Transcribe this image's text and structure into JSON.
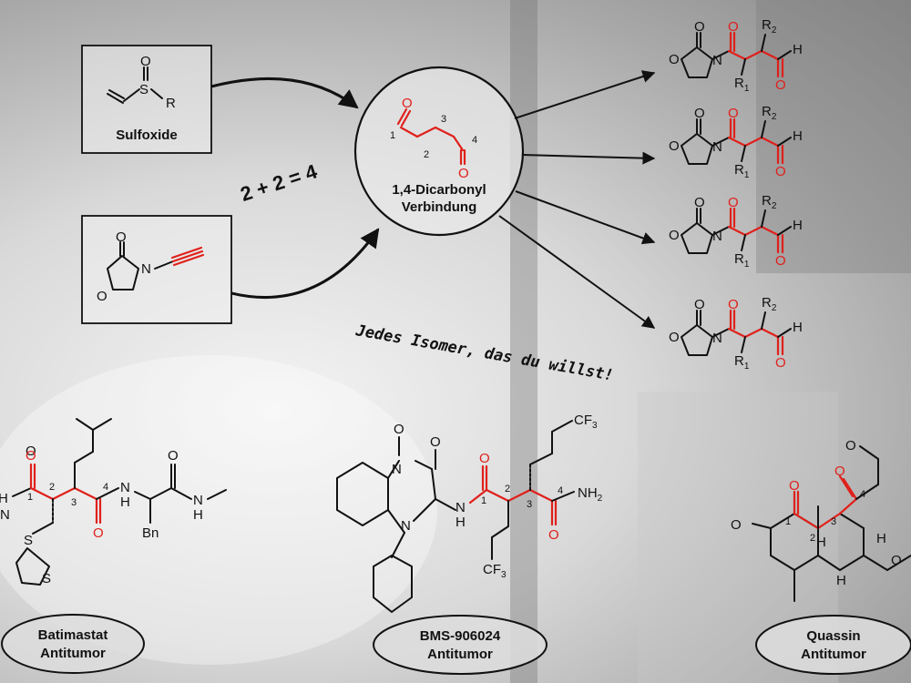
{
  "reagents": {
    "sulfoxide_label": "Sulfoxide",
    "sulfoxide_r": "R",
    "sulfoxide_s": "S",
    "sulfoxide_o": "O",
    "ynamide_n": "N",
    "ynamide_o_ring": "O",
    "ynamide_o_carbonyl": "O"
  },
  "equation": "2 + 2 = 4",
  "center": {
    "line1": "1,4-Dicarbonyl",
    "line2": "Verbindung",
    "num1": "1",
    "num2": "2",
    "num3": "3",
    "num4": "4"
  },
  "slogan": "Jedes Isomer, das du willst!",
  "isomer_atoms": {
    "o": "O",
    "n": "N",
    "h": "H",
    "r1": "R",
    "r2": "R",
    "sub1": "1",
    "sub2": "2"
  },
  "products": [
    {
      "name_line1": "Batimastat",
      "name_line2": "Antitumor"
    },
    {
      "name_line1": "BMS-906024",
      "name_line2": "Antitumor"
    },
    {
      "name_line1": "Quassin",
      "name_line2": "Antitumor"
    }
  ],
  "batimastat_atoms": {
    "h": "H",
    "n": "N",
    "s": "S",
    "bn": "Bn",
    "n1": "1",
    "n2": "2",
    "n3": "3",
    "n4": "4"
  },
  "bms_atoms": {
    "n": "N",
    "h": "H",
    "nh2": "NH",
    "two": "2",
    "cf3": "CF",
    "three": "3",
    "n1": "1",
    "n2": "2",
    "n3": "3",
    "n4": "4"
  },
  "quassin_atoms": {
    "o": "O",
    "h": "H",
    "n1": "1",
    "n2": "2",
    "n3": "3",
    "n4": "4"
  }
}
